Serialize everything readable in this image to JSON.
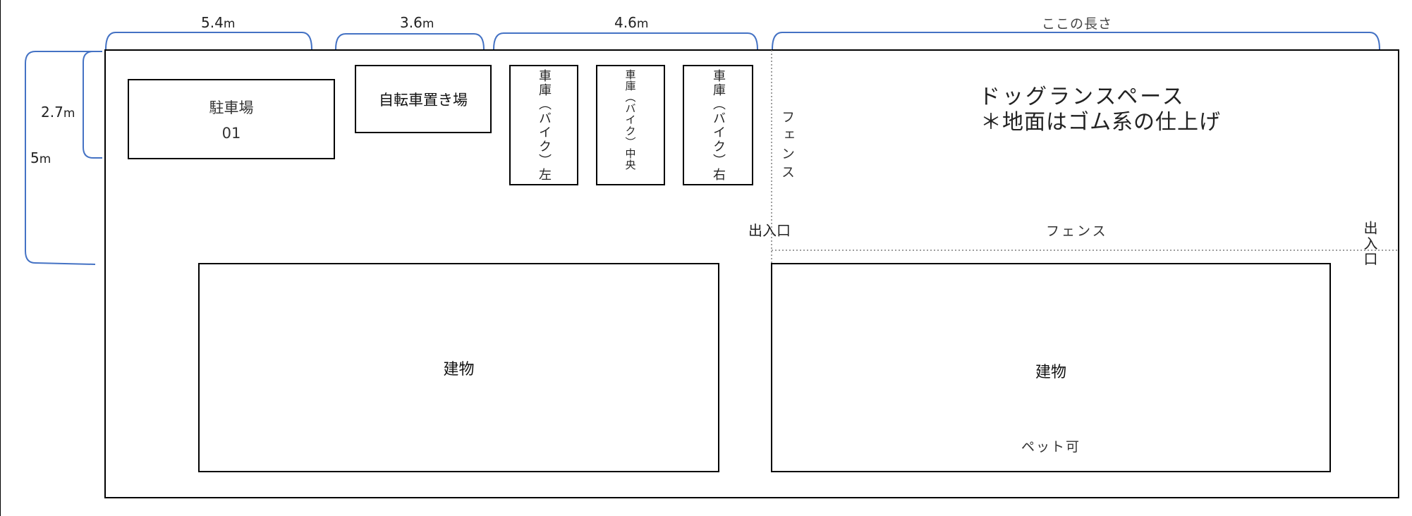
{
  "dimensions": {
    "top_parking": {
      "value": "5.4",
      "unit": "m"
    },
    "top_bicycle": {
      "value": "3.6",
      "unit": "m"
    },
    "top_garages": {
      "value": "4.6",
      "unit": "m"
    },
    "top_dogrun": "ここの長さ",
    "left_small": {
      "value": "2.7",
      "unit": "m"
    },
    "left_large": {
      "value": "5",
      "unit": "m"
    }
  },
  "areas": {
    "parking": {
      "label": "駐車場",
      "number": "01"
    },
    "bicycle": {
      "label": "自転車置き場"
    },
    "garage_left": {
      "label": "車庫（バイク）左"
    },
    "garage_center": {
      "label": "車庫（バイク）中央"
    },
    "garage_right": {
      "label": "車庫（バイク）右"
    },
    "building_left": {
      "label": "建物"
    },
    "building_right": {
      "label": "建物",
      "note": "ペット可"
    },
    "dogrun": {
      "title": "ドッグランスペース",
      "note": "＊地面はゴム系の仕上げ"
    }
  },
  "fences": {
    "vertical": "フェンス",
    "horizontal": "フェンス"
  },
  "entrances": {
    "center": "出入口",
    "right": "出入口"
  },
  "colors": {
    "bracket": "#4472c4",
    "outline": "#000000",
    "fence": "#7f7f7f"
  }
}
